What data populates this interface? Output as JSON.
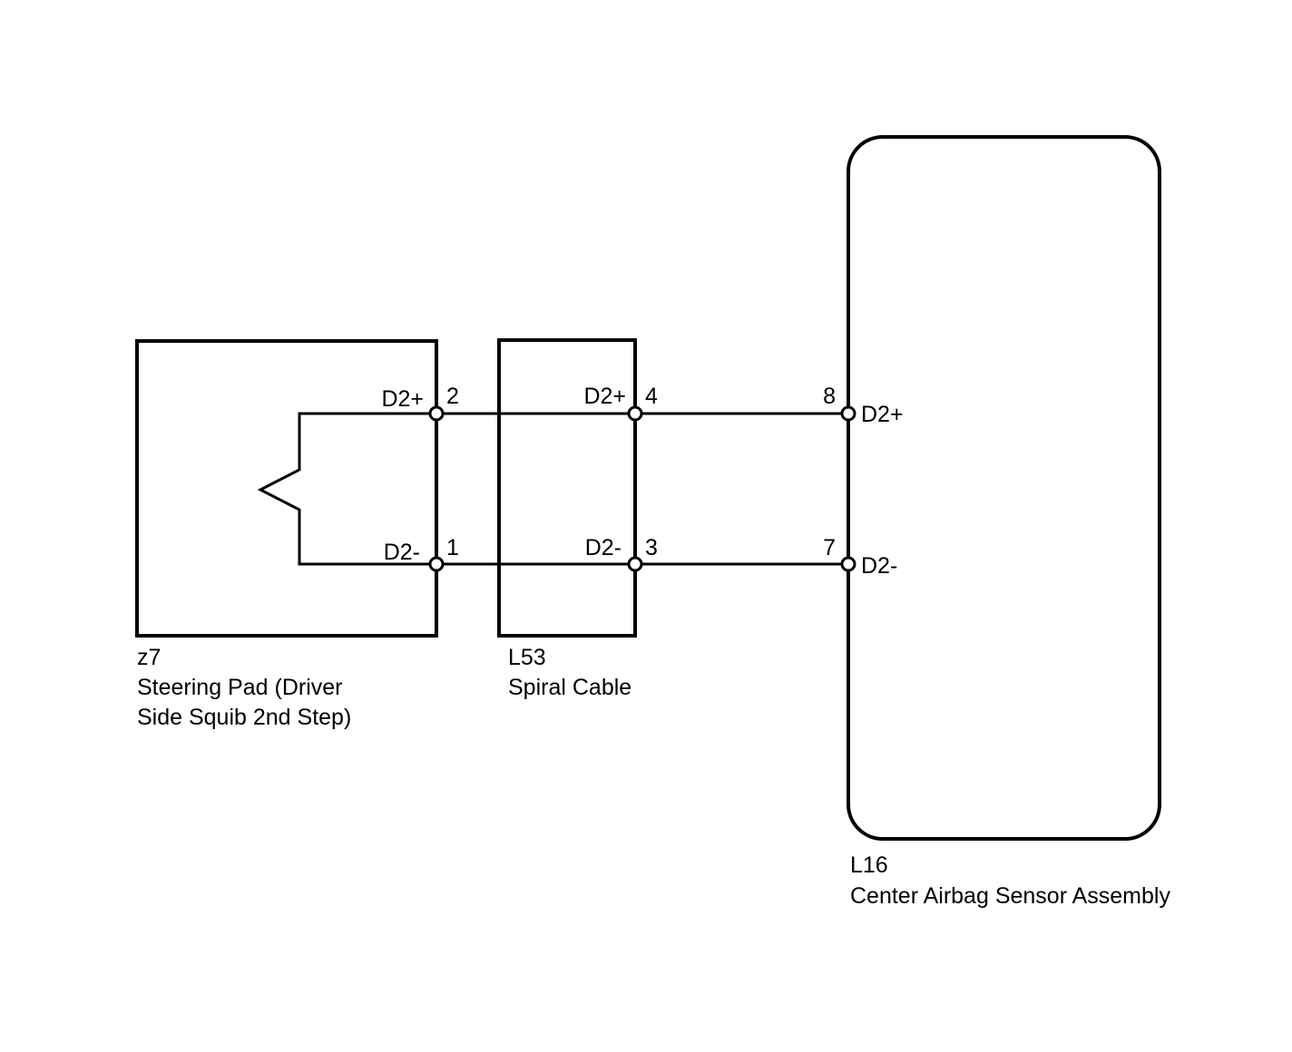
{
  "components": {
    "steering_pad": {
      "code": "z7",
      "name_line1": "Steering Pad (Driver",
      "name_line2": "Side Squib 2nd Step)",
      "pins": {
        "d2_plus": {
          "signal": "D2+",
          "number": "2"
        },
        "d2_minus": {
          "signal": "D2-",
          "number": "1"
        }
      }
    },
    "spiral_cable": {
      "code": "L53",
      "name": "Spiral Cable",
      "pins": {
        "d2_plus": {
          "signal": "D2+",
          "number": "4"
        },
        "d2_minus": {
          "signal": "D2-",
          "number": "3"
        }
      }
    },
    "airbag_sensor": {
      "code": "L16",
      "name": "Center Airbag Sensor Assembly",
      "pins": {
        "d2_plus": {
          "signal": "D2+",
          "number": "8"
        },
        "d2_minus": {
          "signal": "D2-",
          "number": "7"
        }
      }
    }
  },
  "colors": {
    "line": "#000000",
    "background": "#ffffff"
  }
}
